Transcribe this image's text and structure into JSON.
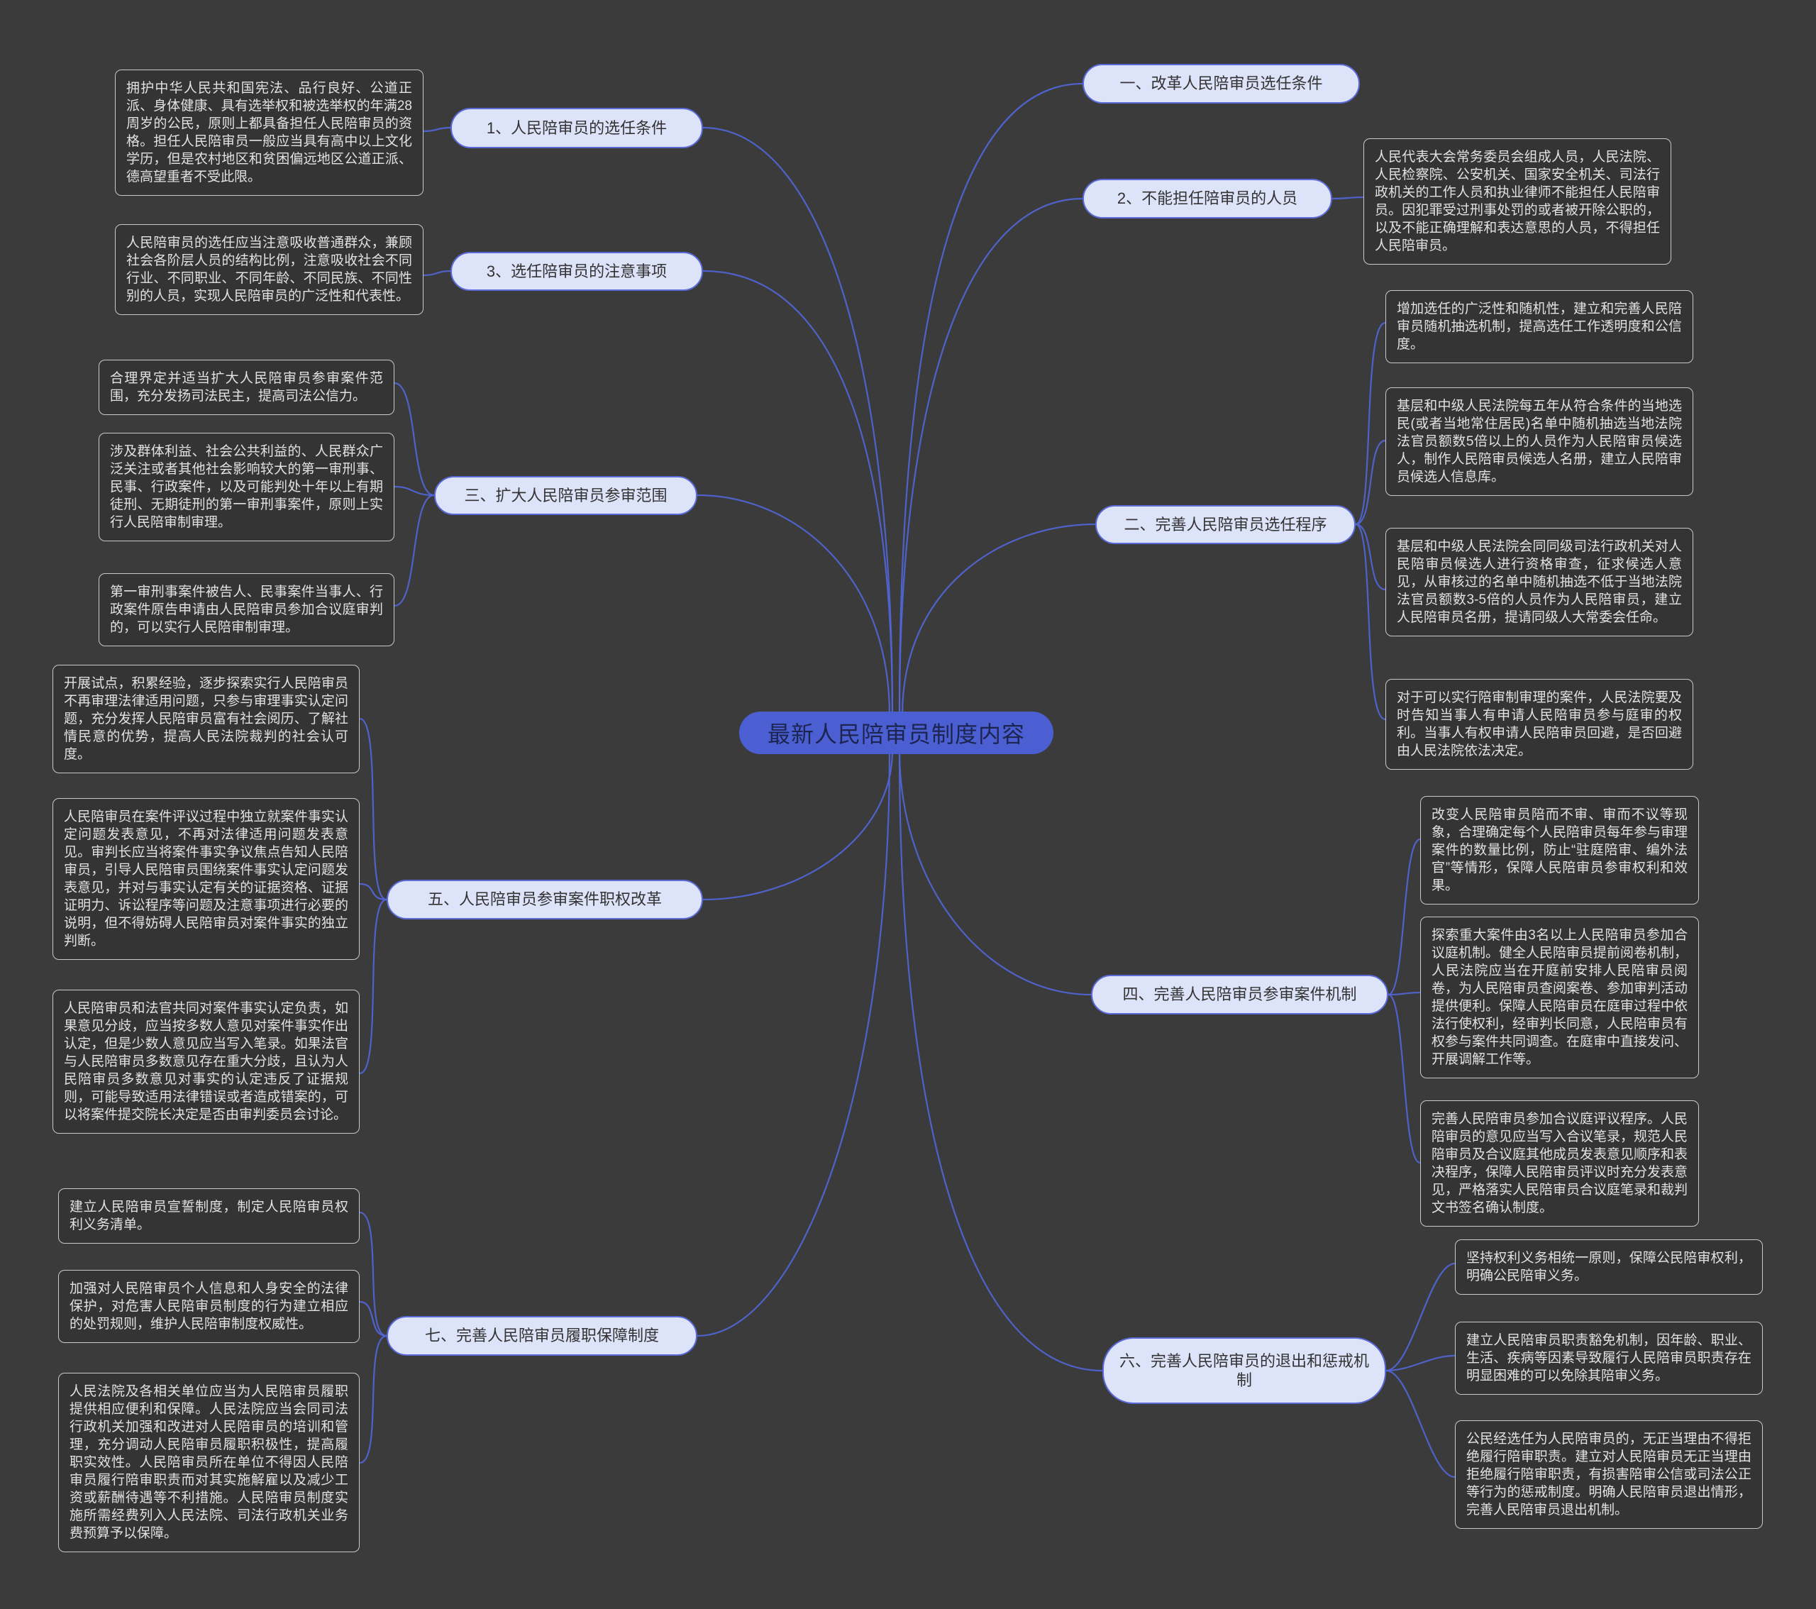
{
  "central": {
    "label": "最新人民陪审员制度内容"
  },
  "colors": {
    "background": "#3b3b3b",
    "connector": "#5064d2",
    "topic_pill_bg": "#dde3f8",
    "topic_pill_border": "#5a6ad8",
    "topic_pill_text": "#333333",
    "central_bg": "#4b5fd2",
    "central_text": "#1c2550",
    "detail_bg": "#343434",
    "detail_border": "#c9c9c9",
    "detail_text": "#e2e2e2"
  },
  "left_branches": [
    {
      "topic": "1、人民陪审员的选任条件",
      "details": [
        "拥护中华人民共和国宪法、品行良好、公道正派、身体健康、具有选举权和被选举权的年满28周岁的公民，原则上都具备担任人民陪审员的资格。担任人民陪审员一般应当具有高中以上文化学历，但是农村地区和贫困偏远地区公道正派、德高望重者不受此限。"
      ]
    },
    {
      "topic": "3、选任陪审员的注意事项",
      "details": [
        "人民陪审员的选任应当注意吸收普通群众，兼顾社会各阶层人员的结构比例，注意吸收社会不同行业、不同职业、不同年龄、不同民族、不同性别的人员，实现人民陪审员的广泛性和代表性。"
      ]
    },
    {
      "topic": "三、扩大人民陪审员参审范围",
      "details": [
        "合理界定并适当扩大人民陪审员参审案件范围，充分发扬司法民主，提高司法公信力。",
        "涉及群体利益、社会公共利益的、人民群众广泛关注或者其他社会影响较大的第一审刑事、民事、行政案件，以及可能判处十年以上有期徒刑、无期徒刑的第一审刑事案件，原则上实行人民陪审制审理。",
        "第一审刑事案件被告人、民事案件当事人、行政案件原告申请由人民陪审员参加合议庭审判的，可以实行人民陪审制审理。"
      ]
    },
    {
      "topic": "五、人民陪审员参审案件职权改革",
      "details": [
        "开展试点，积累经验，逐步探索实行人民陪审员不再审理法律适用问题，只参与审理事实认定问题，充分发挥人民陪审员富有社会阅历、了解社情民意的优势，提高人民法院裁判的社会认可度。",
        "人民陪审员在案件评议过程中独立就案件事实认定问题发表意见，不再对法律适用问题发表意见。审判长应当将案件事实争议焦点告知人民陪审员，引导人民陪审员围绕案件事实认定问题发表意见，并对与事实认定有关的证据资格、证据证明力、诉讼程序等问题及注意事项进行必要的说明，但不得妨碍人民陪审员对案件事实的独立判断。",
        "人民陪审员和法官共同对案件事实认定负责，如果意见分歧，应当按多数人意见对案件事实作出认定，但是少数人意见应当写入笔录。如果法官与人民陪审员多数意见存在重大分歧，且认为人民陪审员多数意见对事实的认定违反了证据规则，可能导致适用法律错误或者造成错案的，可以将案件提交院长决定是否由审判委员会讨论。"
      ]
    },
    {
      "topic": "七、完善人民陪审员履职保障制度",
      "details": [
        "建立人民陪审员宣誓制度，制定人民陪审员权利义务清单。",
        "加强对人民陪审员个人信息和人身安全的法律保护，对危害人民陪审员制度的行为建立相应的处罚规则，维护人民陪审制度权威性。",
        "人民法院及各相关单位应当为人民陪审员履职提供相应便利和保障。人民法院应当会同司法行政机关加强和改进对人民陪审员的培训和管理，充分调动人民陪审员履职积极性，提高履职实效性。人民陪审员所在单位不得因人民陪审员履行陪审职责而对其实施解雇以及减少工资或薪酬待遇等不利措施。人民陪审员制度实施所需经费列入人民法院、司法行政机关业务费预算予以保障。"
      ]
    }
  ],
  "right_branches": [
    {
      "topic": "一、改革人民陪审员选任条件",
      "details": []
    },
    {
      "topic": "2、不能担任陪审员的人员",
      "details": [
        "人民代表大会常务委员会组成人员，人民法院、人民检察院、公安机关、国家安全机关、司法行政机关的工作人员和执业律师不能担任人民陪审员。因犯罪受过刑事处罚的或者被开除公职的，以及不能正确理解和表达意思的人员，不得担任人民陪审员。"
      ]
    },
    {
      "topic": "二、完善人民陪审员选任程序",
      "details": [
        "增加选任的广泛性和随机性，建立和完善人民陪审员随机抽选机制，提高选任工作透明度和公信度。",
        "基层和中级人民法院每五年从符合条件的当地选民(或者当地常住居民)名单中随机抽选当地法院法官员额数5倍以上的人员作为人民陪审员候选人，制作人民陪审员候选人名册，建立人民陪审员候选人信息库。",
        "基层和中级人民法院会同同级司法行政机关对人民陪审员候选人进行资格审查，征求候选人意见，从审核过的名单中随机抽选不低于当地法院法官员额数3-5倍的人员作为人民陪审员，建立人民陪审员名册，提请同级人大常委会任命。",
        "对于可以实行陪审制审理的案件，人民法院要及时告知当事人有申请人民陪审员参与庭审的权利。当事人有权申请人民陪审员回避，是否回避由人民法院依法决定。"
      ]
    },
    {
      "topic": "四、完善人民陪审员参审案件机制",
      "details": [
        "改变人民陪审员陪而不审、审而不议等现象，合理确定每个人民陪审员每年参与审理案件的数量比例，防止“驻庭陪审、编外法官”等情形，保障人民陪审员参审权利和效果。",
        "探索重大案件由3名以上人民陪审员参加合议庭机制。健全人民陪审员提前阅卷机制，人民法院应当在开庭前安排人民陪审员阅卷，为人民陪审员查阅案卷、参加审判活动提供便利。保障人民陪审员在庭审过程中依法行使权利，经审判长同意，人民陪审员有权参与案件共同调查。在庭审中直接发问、开展调解工作等。",
        "完善人民陪审员参加合议庭评议程序。人民陪审员的意见应当写入合议笔录，规范人民陪审员及合议庭其他成员发表意见顺序和表决程序，保障人民陪审员评议时充分发表意见，严格落实人民陪审员合议庭笔录和裁判文书签名确认制度。"
      ]
    },
    {
      "topic": "六、完善人民陪审员的退出和惩戒机制",
      "details": [
        "坚持权利义务相统一原则，保障公民陪审权利，明确公民陪审义务。",
        "建立人民陪审员职责豁免机制，因年龄、职业、生活、疾病等因素导致履行人民陪审员职责存在明显困难的可以免除其陪审义务。",
        "公民经选任为人民陪审员的，无正当理由不得拒绝履行陪审职责。建立对人民陪审员无正当理由拒绝履行陪审职责，有损害陪审公信或司法公正等行为的惩戒制度。明确人民陪审员退出情形，完善人民陪审员退出机制。"
      ]
    }
  ]
}
